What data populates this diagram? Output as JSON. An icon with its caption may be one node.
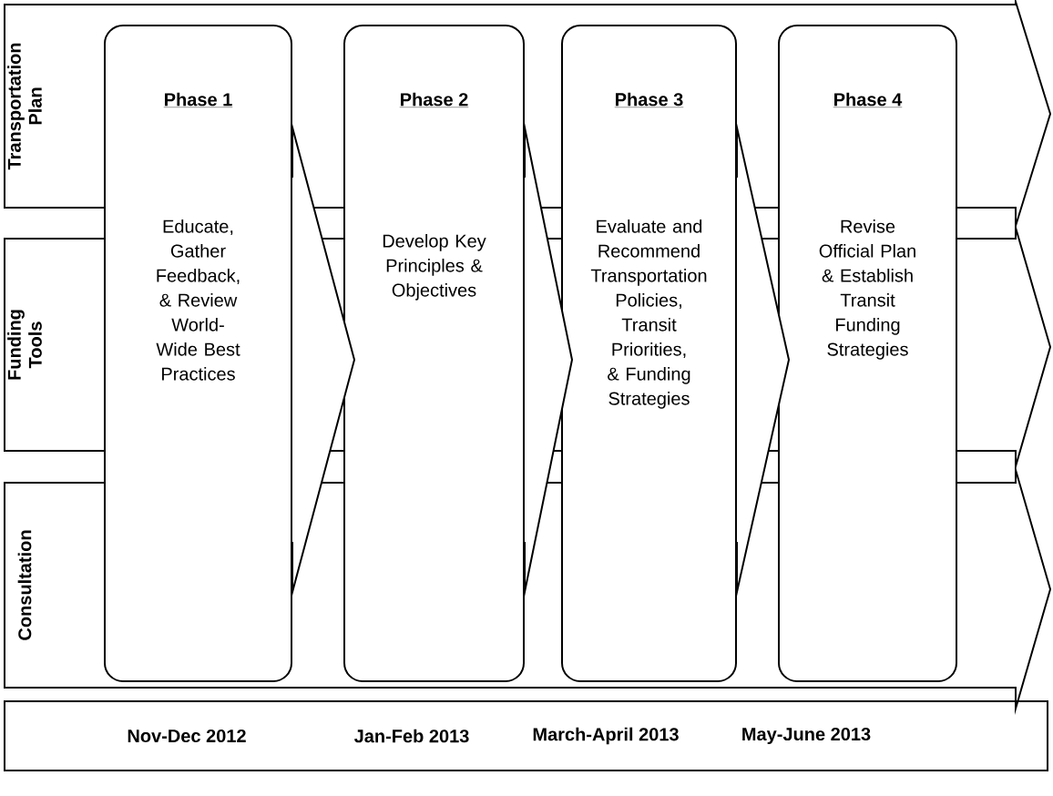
{
  "diagram": {
    "nodes": [
      {
        "text": [
          "Transportation Plan"
        ]
      },
      {
        "text": [
          "Funding Tools"
        ]
      },
      {
        "text": [
          "Consultation"
        ]
      },
      {
        "text": [
          "Phase 1",
          "Educate, Gather Feedback, & Review World-Wide Best Practices"
        ]
      },
      {
        "text": [
          "Phase 2",
          "Develop Key Principles & Objectives"
        ]
      },
      {
        "text": [
          "Phase 3",
          "Evaluate and Recommend Transportation Policies, Transit Priorities, & Funding Strategies"
        ]
      },
      {
        "text": [
          "Phase 4",
          "Revise Official Plan & Establish Transit Funding Strategies"
        ]
      },
      {
        "text": [
          "Nov-Dec 2012",
          "Jan-Feb 2013",
          "March-April 2013",
          "May-June 2013"
        ]
      }
    ],
    "edges": [
      {
        "from": 3,
        "to": 4,
        "arrow": "to"
      },
      {
        "from": 4,
        "to": 5,
        "arrow": "to"
      },
      {
        "from": 5,
        "to": 6,
        "arrow": "to"
      }
    ]
  }
}
